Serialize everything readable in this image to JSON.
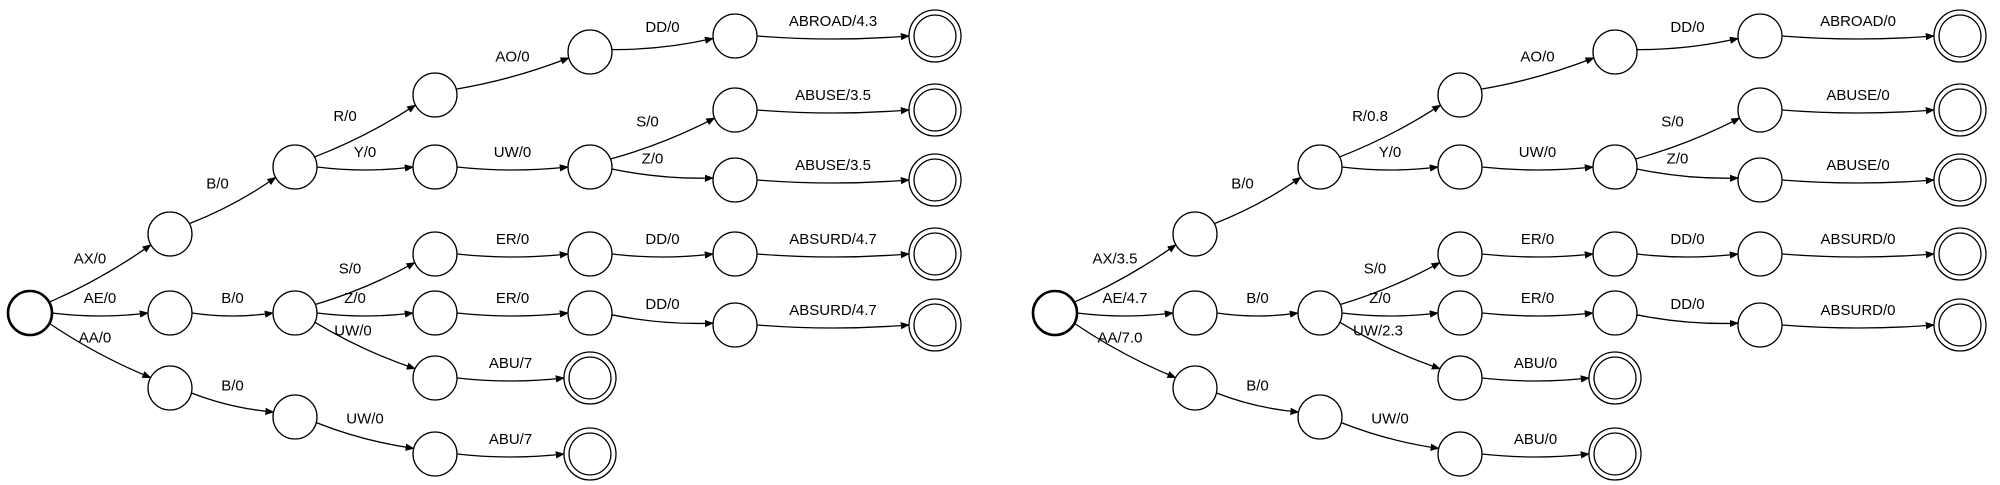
{
  "diagrams": [
    {
      "id": "left",
      "edges": [
        {
          "label": "AX/0"
        },
        {
          "label": "AE/0"
        },
        {
          "label": "AA/0"
        },
        {
          "label": "B/0"
        },
        {
          "label": "R/0"
        },
        {
          "label": "Y/0"
        },
        {
          "label": "AO/0"
        },
        {
          "label": "DD/0"
        },
        {
          "label": "ABROAD/4.3"
        },
        {
          "label": "UW/0"
        },
        {
          "label": "S/0"
        },
        {
          "label": "Z/0"
        },
        {
          "label": "ABUSE/3.5"
        },
        {
          "label": "ABUSE/3.5"
        },
        {
          "label": "B/0"
        },
        {
          "label": "S/0"
        },
        {
          "label": "Z/0"
        },
        {
          "label": "UW/0"
        },
        {
          "label": "ER/0"
        },
        {
          "label": "ER/0"
        },
        {
          "label": "DD/0"
        },
        {
          "label": "DD/0"
        },
        {
          "label": "ABSURD/4.7"
        },
        {
          "label": "ABSURD/4.7"
        },
        {
          "label": "ABU/7"
        },
        {
          "label": "B/0"
        },
        {
          "label": "UW/0"
        },
        {
          "label": "ABU/7"
        }
      ]
    },
    {
      "id": "right",
      "edges": [
        {
          "label": "AX/3.5"
        },
        {
          "label": "AE/4.7"
        },
        {
          "label": "AA/7.0"
        },
        {
          "label": "B/0"
        },
        {
          "label": "R/0.8"
        },
        {
          "label": "Y/0"
        },
        {
          "label": "AO/0"
        },
        {
          "label": "DD/0"
        },
        {
          "label": "ABROAD/0"
        },
        {
          "label": "UW/0"
        },
        {
          "label": "S/0"
        },
        {
          "label": "Z/0"
        },
        {
          "label": "ABUSE/0"
        },
        {
          "label": "ABUSE/0"
        },
        {
          "label": "B/0"
        },
        {
          "label": "S/0"
        },
        {
          "label": "Z/0"
        },
        {
          "label": "UW/2.3"
        },
        {
          "label": "ER/0"
        },
        {
          "label": "ER/0"
        },
        {
          "label": "DD/0"
        },
        {
          "label": "DD/0"
        },
        {
          "label": "ABSURD/0"
        },
        {
          "label": "ABSURD/0"
        },
        {
          "label": "ABU/0"
        },
        {
          "label": "B/0"
        },
        {
          "label": "UW/0"
        },
        {
          "label": "ABU/0"
        }
      ]
    }
  ]
}
